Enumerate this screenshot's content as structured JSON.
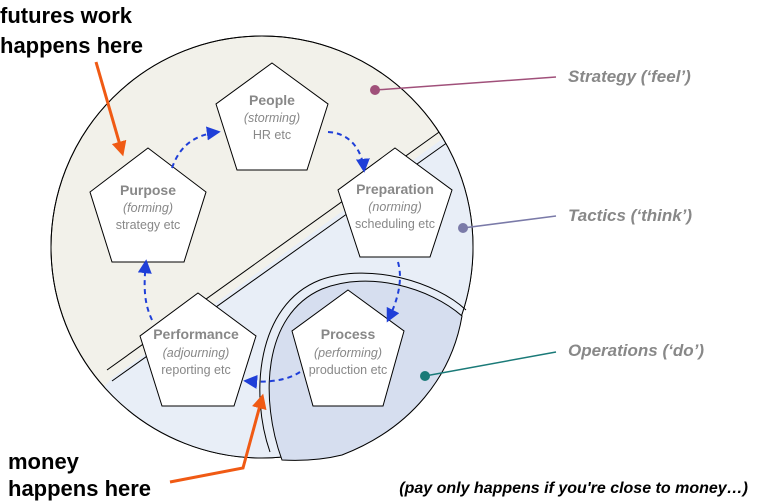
{
  "callouts": {
    "futures": {
      "line1": "futures work",
      "line2": "happens here"
    },
    "money": {
      "line1": "money",
      "line2": "happens here"
    }
  },
  "layers": {
    "strategy": {
      "label": "Strategy (‘feel’)",
      "color": "#a0507a",
      "fill": "#f2f1ea"
    },
    "tactics": {
      "label": "Tactics (‘think’)",
      "color": "#7a7aa8",
      "fill": "#e8eef7"
    },
    "operations": {
      "label": "Operations (‘do’)",
      "color": "#1a7a78",
      "fill": "#d6deef"
    }
  },
  "nodes": {
    "people": {
      "title": "People",
      "phase": "(storming)",
      "desc": "HR etc"
    },
    "preparation": {
      "title": "Preparation",
      "phase": "(norming)",
      "desc": "scheduling etc"
    },
    "process": {
      "title": "Process",
      "phase": "(performing)",
      "desc": "production etc"
    },
    "performance": {
      "title": "Performance",
      "phase": "(adjourning)",
      "desc": "reporting etc"
    },
    "purpose": {
      "title": "Purpose",
      "phase": "(forming)",
      "desc": "strategy etc"
    }
  },
  "colors": {
    "cycle_arrow": "#1f3fd8",
    "callout_arrow": "#f05a14"
  },
  "footnote": "(pay only happens if you're close to money…)"
}
